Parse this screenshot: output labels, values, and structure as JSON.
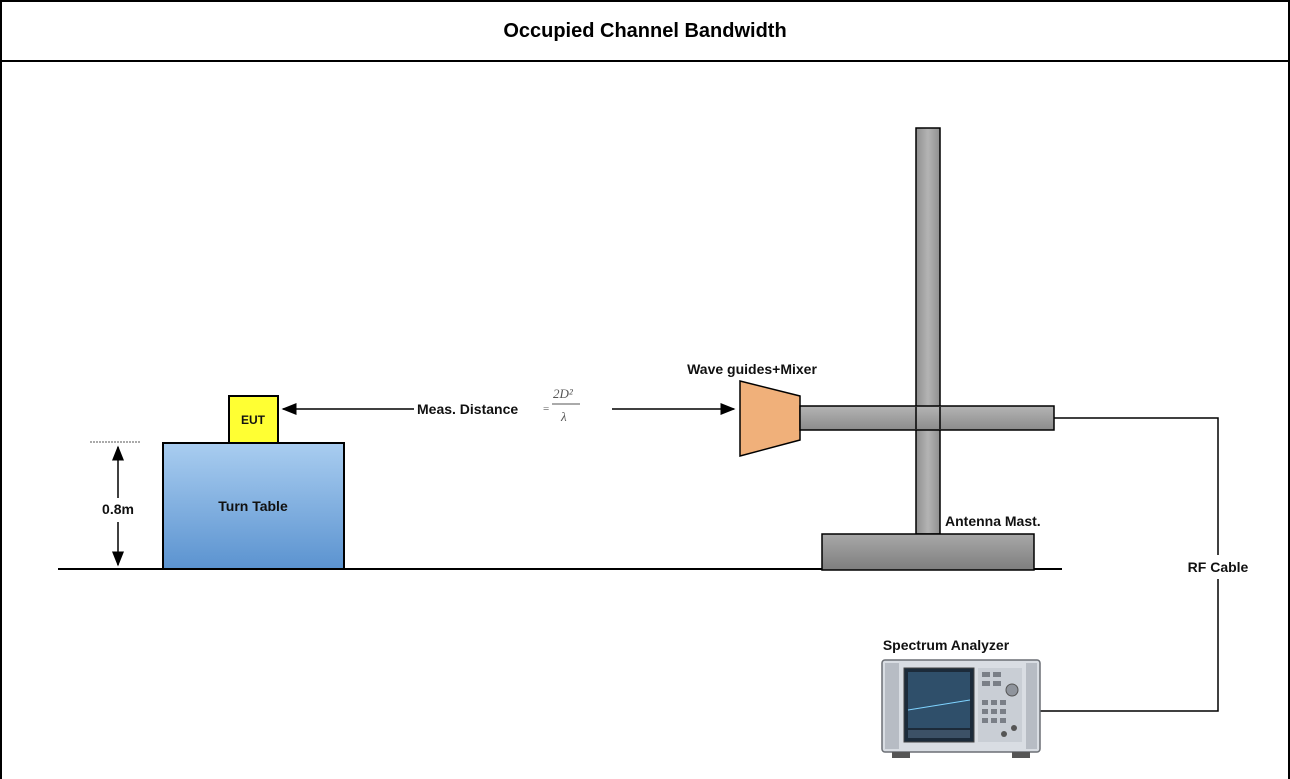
{
  "title": "Occupied Channel Bandwidth",
  "labels": {
    "eut": "EUT",
    "turn_table": "Turn Table",
    "height": "0.8m",
    "meas_distance": "Meas. Distance",
    "formula_eq": "=",
    "formula_num": "2D²",
    "formula_den": "λ",
    "wave_guides": "Wave guides+Mixer",
    "antenna_mast": "Antenna Mast.",
    "rf_cable": "RF Cable",
    "spectrum_analyzer": "Spectrum Analyzer"
  },
  "colors": {
    "eut_fill": "#ffff33",
    "turn_table_top": "#a9cdf0",
    "turn_table_bottom": "#5b93d0",
    "mast_fill": "#a6a6a6",
    "horn_fill": "#f0b07a"
  }
}
